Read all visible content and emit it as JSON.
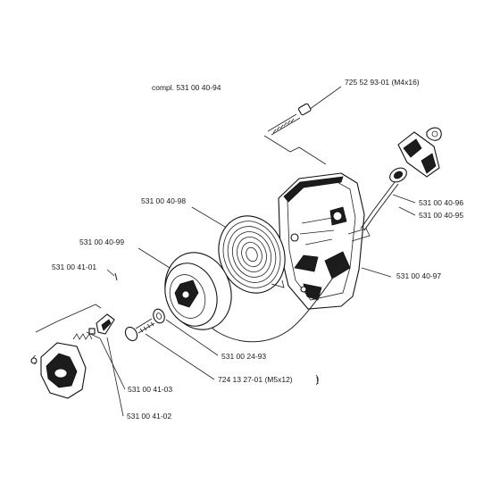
{
  "labels": {
    "kit": "compl. 531 00 40-94",
    "screw_m4": "725 52 93-01 (M4x16)",
    "spring": "531 00 40-98",
    "handle": "531 00 40-96",
    "rope": "531 00 40-95",
    "pulley": "531 00 40-99",
    "housing": "531 00 40-97",
    "pin": "531 00 41-01",
    "washer": "531 00 24-93",
    "screw_m5": "724 13 27-01 (M5x12)",
    "spring_small": "531 00 41-03",
    "pawl_plate": "531 00 41-02"
  }
}
